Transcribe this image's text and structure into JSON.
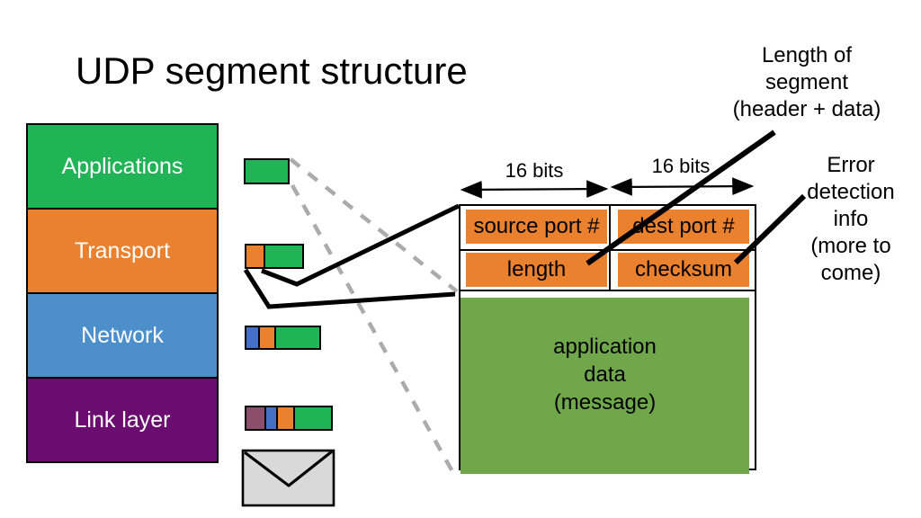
{
  "slide": {
    "title": "UDP segment structure"
  },
  "colors": {
    "green": "#21b456",
    "orange": "#ea812f",
    "blue": "#4c8fcb",
    "purple": "#6b0d70",
    "maroon": "#8d4e6b",
    "bar_blue": "#4570c8",
    "data_green": "#6fa74a",
    "envelope_gray": "#d9d9d9",
    "dash_gray": "#ababab",
    "line": "#000000"
  },
  "protocol_stack": {
    "layers": [
      {
        "label": "Applications",
        "color": "green"
      },
      {
        "label": "Transport",
        "color": "orange"
      },
      {
        "label": "Network",
        "color": "blue"
      },
      {
        "label": "Link layer",
        "color": "purple"
      }
    ]
  },
  "encapsulation": {
    "bars": [
      {
        "name": "application-message",
        "segments": [
          "green"
        ]
      },
      {
        "name": "transport-segment",
        "segments": [
          "orange",
          "green"
        ]
      },
      {
        "name": "network-datagram",
        "segments": [
          "bar_blue",
          "orange",
          "green"
        ]
      },
      {
        "name": "link-frame",
        "segments": [
          "maroon",
          "bar_blue",
          "orange",
          "green"
        ]
      }
    ],
    "message_icon": "envelope-icon"
  },
  "segment_diagram": {
    "bit_labels": [
      "16 bits",
      "16 bits"
    ],
    "header_fields": [
      "source port #",
      "dest port #",
      "length",
      "checksum"
    ],
    "payload": {
      "lines": [
        "application",
        "data",
        "(message)"
      ]
    }
  },
  "annotations": {
    "length": {
      "lines": [
        "Length of",
        "segment",
        "(header + data)"
      ]
    },
    "error": {
      "lines": [
        "Error",
        "detection",
        "info",
        "(more to",
        "come)"
      ]
    }
  }
}
